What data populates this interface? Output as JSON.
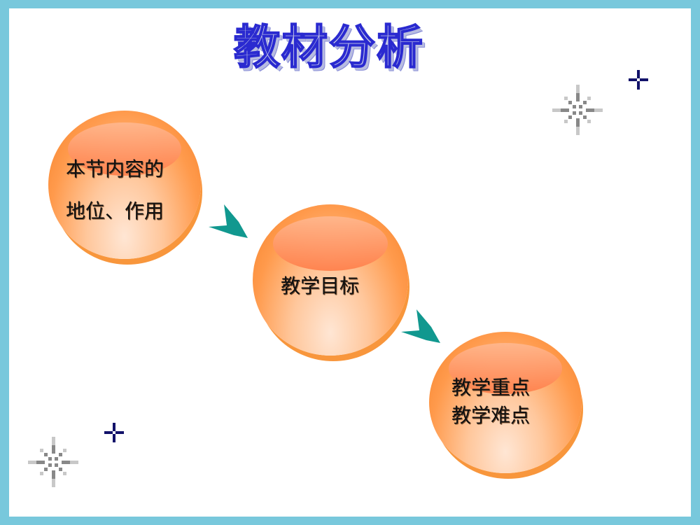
{
  "slide": {
    "title": "教材分析",
    "colors": {
      "border": "#78c8dc",
      "background": "#ffffff",
      "ball_orange": "#f5822a",
      "arrow_teal": "#11988f",
      "cross_navy": "#12126a",
      "title_outline": "#2a2ad0"
    },
    "balls": [
      {
        "lines": [
          "本节内容的",
          "地位、作用"
        ]
      },
      {
        "lines": [
          "教学目标"
        ]
      },
      {
        "lines": [
          "教学重点",
          "教学难点"
        ]
      }
    ],
    "icons": {
      "arrow": "chevron-arrow-icon",
      "sparkle": "sparkle-icon",
      "cross": "cross-star-icon"
    }
  }
}
